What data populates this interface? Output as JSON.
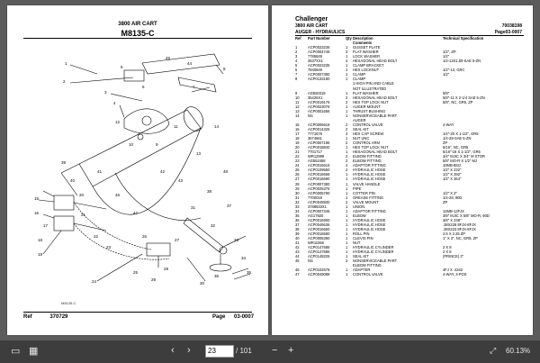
{
  "left_page": {
    "title": "3800 AIR CART",
    "subtitle": "M8135-C",
    "caption": "M8135-C",
    "ref_label": "Ref",
    "ref_value": "370729",
    "page_label": "Page",
    "page_value": "03-0007",
    "callouts": [
      "1",
      "2",
      "3",
      "4",
      "5",
      "6",
      "7",
      "8",
      "9",
      "10",
      "11",
      "12",
      "13",
      "14",
      "15",
      "16",
      "17",
      "18",
      "19",
      "20",
      "21",
      "22",
      "23",
      "24",
      "25",
      "26",
      "27",
      "28",
      "29",
      "30",
      "31",
      "32",
      "33",
      "34",
      "35",
      "36",
      "37",
      "38",
      "39",
      "40",
      "41",
      "42",
      "43",
      "44",
      "45",
      "46",
      "47",
      "48"
    ]
  },
  "right_page": {
    "brand": "Challenger",
    "model": "3800 AIR CART",
    "doc_number": "70038198",
    "section": "AUGER - HYDRAULICS",
    "page": "Page03-0007",
    "headers": [
      "Ref",
      "Part Number",
      "Qty",
      "Description",
      "Technical Specification"
    ],
    "subheader": "Comments",
    "rows": [
      [
        "1",
        "ACP0023236",
        "1",
        "GUSSET PLATE",
        ""
      ],
      [
        "2",
        "ACP0004748",
        "3",
        "FLAT WASHER",
        "1/2\", ZP"
      ],
      [
        "3",
        "7785849",
        "1",
        "LOCK WASHER",
        "1/2\""
      ],
      [
        "4",
        "3637XX1",
        "4",
        "HEXAGONAL HEAD BOLT",
        "1/2-13X1.50-SAE 5-ZN"
      ],
      [
        "5",
        "ACP0023235",
        "1",
        "CLAMP BRACKET",
        ""
      ],
      [
        "6",
        "7840849",
        "1",
        "HEX LOCKNUT",
        "1/2\"-13, GRC"
      ],
      [
        "7",
        "ACP0007380",
        "1",
        "CLAMP",
        "1/2\""
      ],
      [
        "8",
        "ACP0133180",
        "1",
        "CLAMP",
        ""
      ],
      [
        "",
        "",
        "",
        "1 HIGH PIN AND CABLE",
        ""
      ],
      [
        "",
        "",
        "",
        "NOT ILLUSTRATED",
        ""
      ],
      [
        "9",
        "AG550319",
        "1",
        "FLAT WASHER",
        "5/8\""
      ],
      [
        "10",
        "35426X1",
        "2",
        "HEXAGONAL HEAD BOLT",
        "5/8\"-11 X 2-1/4 SAE 5-ZN"
      ],
      [
        "11",
        "ACP0019176",
        "2",
        "HEX TOP LOCK NUT",
        "5/8\", NC, GR5, ZP"
      ],
      [
        "12",
        "ACP0023078",
        "1",
        "AUGER MOUNT",
        ""
      ],
      [
        "13",
        "ACP0001656",
        "1",
        "THRUST BUSHING",
        ""
      ],
      [
        "14",
        "NS",
        "1",
        "NONSERVICEABLE PART",
        ""
      ],
      [
        "",
        "",
        "",
        "AUGER",
        ""
      ],
      [
        "15",
        "ACP0006618",
        "2",
        "CONTROL VALVE",
        "4-WAY"
      ],
      [
        "16",
        "ACP0014326",
        "2",
        "SEAL KIT",
        ""
      ],
      [
        "17",
        "7771678",
        "4",
        "HEX CAP SCREW",
        "1/4\"-20 X 1-1/2\", GR5"
      ],
      [
        "18",
        "3674661",
        "1",
        "NUT UNC",
        "1/4-28-SAE 5-ZN"
      ],
      [
        "19",
        "ACP0007196",
        "2",
        "CONTROL ARM",
        "ZP"
      ],
      [
        "20",
        "ACP0018840",
        "1",
        "HEX TOP LOCK NUT",
        "5/16\", NC, GR5"
      ],
      [
        "21",
        "7701717",
        "1",
        "HEXAGONAL HEAD BOLT",
        "5/16\"-18 X 1-1/2\", GR5"
      ],
      [
        "22",
        "WR12999",
        "2",
        "ELBOW FITTING",
        "3/4\" MJIC X 3/4\" M STOR"
      ],
      [
        "23",
        "AG552458",
        "2",
        "ELBOW FITTING",
        "5/8\" MO-R X 1/2\" MJ"
      ],
      [
        "24",
        "ACP0016616",
        "4",
        "ADAPTOR FITTING",
        "10MB-8MJ"
      ],
      [
        "25",
        "ACP0109550",
        "2",
        "HYDRAULIC HOSE",
        "1/2\" X 232\""
      ],
      [
        "26",
        "ACP0016668",
        "1",
        "HYDRAULIC HOSE",
        "1/2\" X 392\""
      ],
      [
        "27",
        "ACP0016690",
        "1",
        "HYDRAULIC HOSE",
        "1/2\" X 364\""
      ],
      [
        "28",
        "ACP0007380",
        "1",
        "VALVE HANDLE",
        ""
      ],
      [
        "29",
        "ACP0025376",
        "1",
        "PIPE",
        ""
      ],
      [
        "30",
        "ACP0005790",
        "1",
        "COTTER PIN",
        "1/2\" X 2\""
      ],
      [
        "31",
        "7700019",
        "1",
        "GREASE FITTING",
        "1/4-28, 90D"
      ],
      [
        "32",
        "ACP0048930",
        "2",
        "VALVE MOUNT",
        "ZP"
      ],
      [
        "33",
        "3788833X1",
        "1",
        "UNION",
        ""
      ],
      [
        "34",
        "ACP0007345",
        "1",
        "ADAPTOR FITTING",
        "12MB-12FJX"
      ],
      [
        "35",
        "AG17820",
        "1",
        "ELBOW",
        "3/8\" MJIC X 5/8\" MO-R, 90D"
      ],
      [
        "36",
        "ACP0016900",
        "1",
        "HYDRAULIC HOSE",
        "3/8\" X 238\""
      ],
      [
        "37",
        "ACP0046636",
        "1",
        "HYDRAULIC HOSE",
        ".38X228 8FJX-8FJX"
      ],
      [
        "38",
        "ACP0016660",
        "1",
        "HYDRAULIC HOSE",
        ".38X223 8FJX-8FJX"
      ],
      [
        "39",
        "ACP0016580",
        "1",
        "ROLL PIN",
        "2.5 X 2.25 ZP"
      ],
      [
        "40",
        "ACP0005390",
        "1",
        "CLEVIS PIN",
        "1\" X 3\", NC, GR5, ZP"
      ],
      [
        "41",
        "WR11556",
        "1",
        "NUT",
        ""
      ],
      [
        "42",
        "ACP0147686",
        "1",
        "HYDRAULIC CYLINDER",
        "2 X 8"
      ],
      [
        "43",
        "ACP0147686",
        "1",
        "HYDRAULIC CYLINDER",
        "2 X 8"
      ],
      [
        "44",
        "ACP0148226",
        "1",
        "SEAL KIT",
        "(PRINCE) 2\""
      ],
      [
        "45",
        "NS",
        "2",
        "NONSERVICEABLE PART",
        ""
      ],
      [
        "",
        "",
        "",
        "ELBOW FITTING",
        ""
      ],
      [
        "46",
        "ACP0102678",
        "1",
        "ADAPTER",
        "4FJ X .4342"
      ],
      [
        "47",
        "ACP0049088",
        "1",
        "CONTROL VALVE",
        "4-WAY, 3-POS"
      ]
    ]
  },
  "toolbar": {
    "current_page": "23",
    "total_pages": "/ 101",
    "zoom": "60.13%",
    "icons": [
      "page-fit-icon",
      "thumbnails-icon",
      "previous-page-icon",
      "next-page-icon",
      "zoom-out-icon",
      "zoom-in-icon",
      "fullscreen-icon"
    ]
  }
}
